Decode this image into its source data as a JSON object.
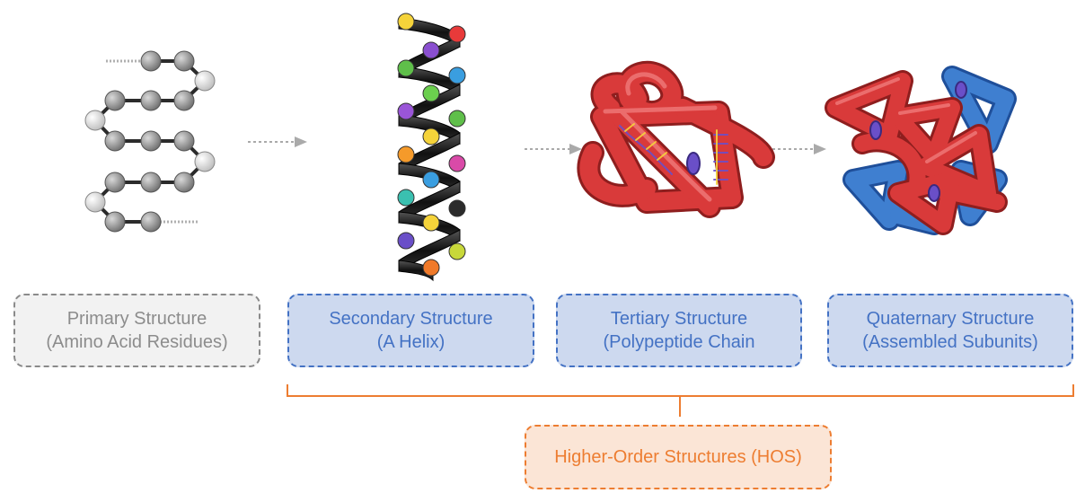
{
  "levels": [
    {
      "line1": "Primary Structure",
      "line2": "(Amino Acid Residues)"
    },
    {
      "line1": "Secondary Structure",
      "line2": "(A Helix)"
    },
    {
      "line1": "Tertiary Structure",
      "line2": "(Polypeptide Chain"
    },
    {
      "line1": "Quaternary Structure",
      "line2": "(Assembled Subunits)"
    }
  ],
  "group_label": "Higher-Order Structures (HOS)",
  "colors": {
    "primary_border": "#8a8a8a",
    "primary_fill": "#f2f2f2",
    "blue": "#4472c4",
    "blue_fill": "#cdd9ef",
    "orange": "#ed7d31",
    "orange_fill": "#fbe5d6",
    "protein_red": "#d43c3c",
    "protein_blue": "#3f7fd0"
  },
  "icons": [
    "amino-acid-chain-icon",
    "alpha-helix-icon",
    "tertiary-fold-icon",
    "quaternary-complex-icon"
  ]
}
